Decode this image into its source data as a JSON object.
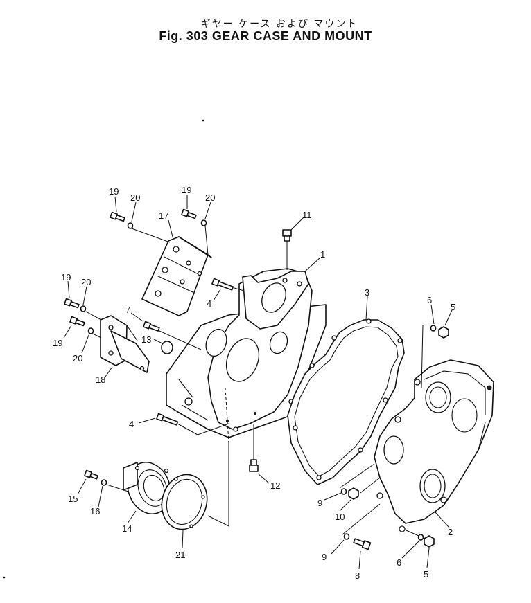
{
  "title": {
    "japanese": "ギヤー ケース および マウント",
    "english": "Fig. 303 GEAR CASE AND MOUNT"
  },
  "callouts": [
    {
      "id": "c19a",
      "label": "19"
    },
    {
      "id": "c20a",
      "label": "20"
    },
    {
      "id": "c17",
      "label": "17"
    },
    {
      "id": "c19b",
      "label": "19"
    },
    {
      "id": "c20b",
      "label": "20"
    },
    {
      "id": "c11",
      "label": "11"
    },
    {
      "id": "c1",
      "label": "1"
    },
    {
      "id": "c19c",
      "label": "19"
    },
    {
      "id": "c20c",
      "label": "20"
    },
    {
      "id": "c4a",
      "label": "4"
    },
    {
      "id": "c7",
      "label": "7"
    },
    {
      "id": "c3",
      "label": "3"
    },
    {
      "id": "c6a",
      "label": "6"
    },
    {
      "id": "c5a",
      "label": "5"
    },
    {
      "id": "c13",
      "label": "13"
    },
    {
      "id": "c19d",
      "label": "19"
    },
    {
      "id": "c20d",
      "label": "20"
    },
    {
      "id": "c18",
      "label": "18"
    },
    {
      "id": "c4b",
      "label": "4"
    },
    {
      "id": "c12",
      "label": "12"
    },
    {
      "id": "c15",
      "label": "15"
    },
    {
      "id": "c16",
      "label": "16"
    },
    {
      "id": "c14",
      "label": "14"
    },
    {
      "id": "c21",
      "label": "21"
    },
    {
      "id": "c9a",
      "label": "9"
    },
    {
      "id": "c10",
      "label": "10"
    },
    {
      "id": "c2",
      "label": "2"
    },
    {
      "id": "c9b",
      "label": "9"
    },
    {
      "id": "c8",
      "label": "8"
    },
    {
      "id": "c6b",
      "label": "6"
    },
    {
      "id": "c5b",
      "label": "5"
    }
  ]
}
